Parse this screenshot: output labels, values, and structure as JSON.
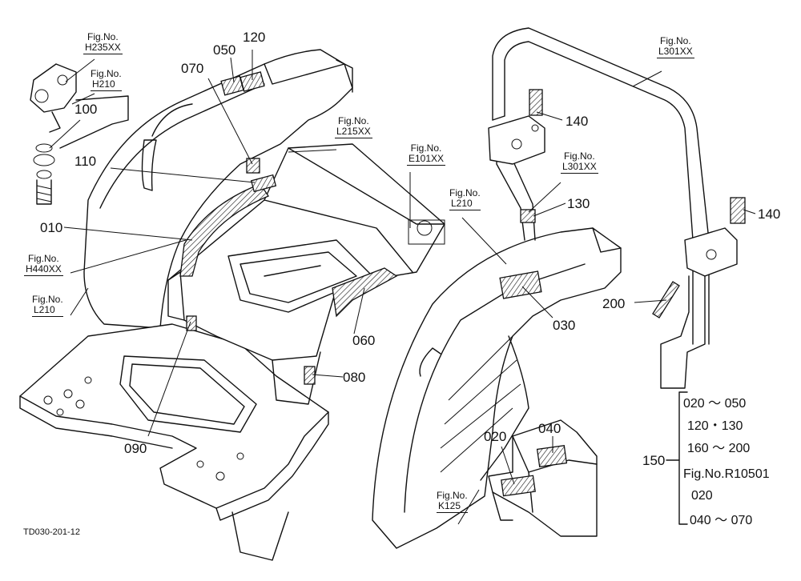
{
  "fig_prefix": "Fig.No.",
  "fig_refs": [
    {
      "ref": "H235XX"
    },
    {
      "ref": "H210"
    },
    {
      "ref": "L215XX"
    },
    {
      "ref": "E101XX"
    },
    {
      "ref": "L210"
    },
    {
      "ref": "H440XX"
    },
    {
      "ref": "L210"
    },
    {
      "ref": "L301XX"
    },
    {
      "ref": "L301XX"
    },
    {
      "ref": "K125"
    }
  ],
  "parts": [
    "120",
    "050",
    "070",
    "100",
    "110",
    "010",
    "060",
    "080",
    "090",
    "030",
    "140",
    "130",
    "140",
    "200",
    "020",
    "040"
  ],
  "summary": {
    "part_no": "150",
    "lines": [
      "020 ～ 050",
      "120・130",
      "160 ～ 200",
      "Fig.No.R10501",
      "020",
      "040 ～ 070"
    ]
  },
  "drawing_code": "TD030-201-12"
}
